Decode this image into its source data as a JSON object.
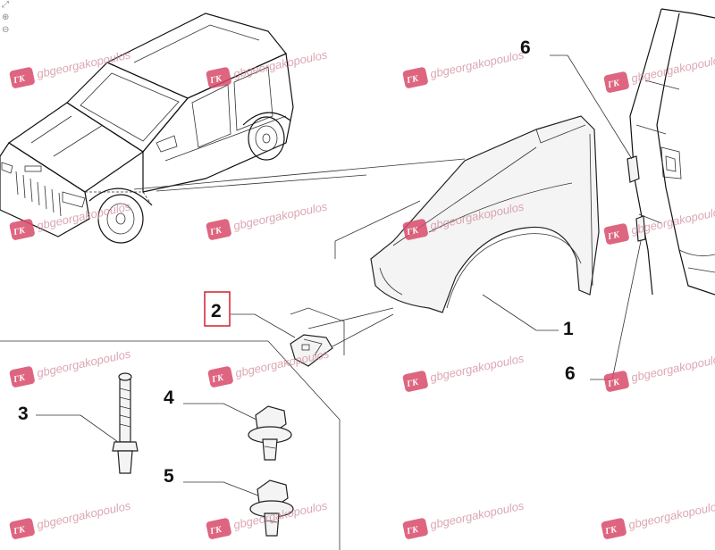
{
  "callouts": {
    "c1": "1",
    "c2": "2",
    "c3": "3",
    "c4": "4",
    "c5": "5",
    "c6a": "6",
    "c6b": "6"
  },
  "watermark": {
    "text": "gbgeorgakopoulos",
    "logo": "ΓΚ"
  },
  "highlight_color": "#d0202a",
  "watermark_color": "#d84a6a",
  "icons": [
    "zoom-fit-icon",
    "zoom-in-icon",
    "zoom-out-icon"
  ]
}
